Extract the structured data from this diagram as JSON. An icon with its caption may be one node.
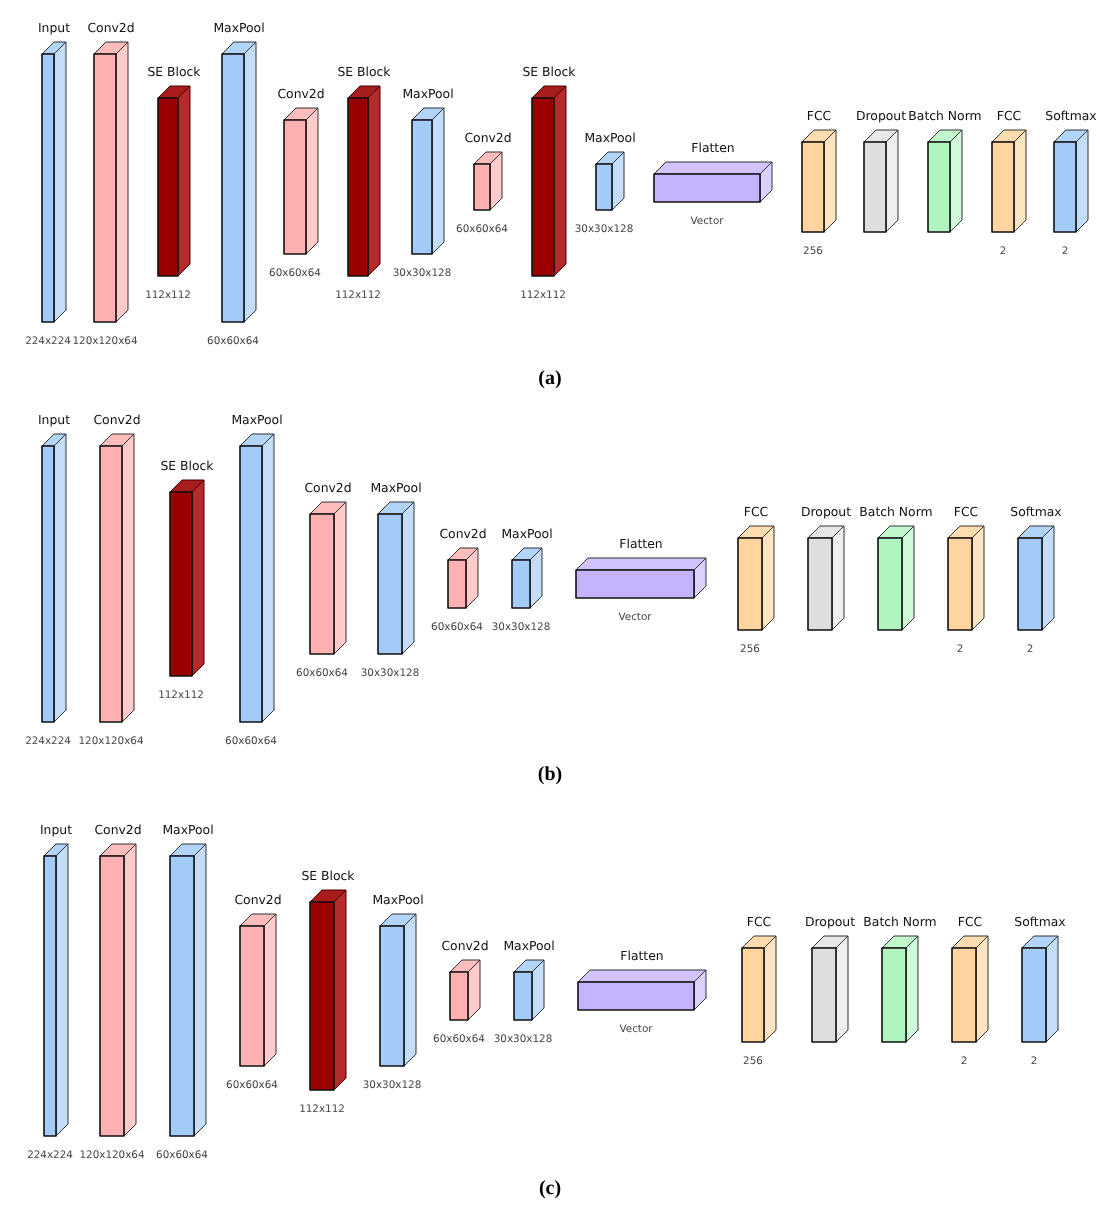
{
  "diagram": {
    "nodes": [
      {
        "text": [
          "Input"
        ],
        "beside": [
          "224x224"
        ]
      },
      {
        "text": [
          "Conv2d"
        ],
        "beside": [
          "120x120x64"
        ]
      },
      {
        "text": [
          "SE Block"
        ],
        "beside": [
          "112x112"
        ]
      },
      {
        "text": [
          "MaxPool"
        ],
        "beside": [
          "60x60x64"
        ]
      },
      {
        "text": [
          "Conv2d"
        ],
        "beside": [
          "60x60x64"
        ]
      },
      {
        "text": [
          "SE Block"
        ],
        "beside": [
          "112x112"
        ]
      },
      {
        "text": [
          "MaxPool"
        ],
        "beside": [
          "30x30x128"
        ]
      },
      {
        "text": [
          "Conv2d"
        ],
        "beside": [
          "60x60x64"
        ]
      },
      {
        "text": [
          "SE Block"
        ],
        "beside": [
          "112x112"
        ]
      },
      {
        "text": [
          "MaxPool"
        ],
        "beside": [
          "30x30x128"
        ]
      },
      {
        "text": [
          "Flatten"
        ],
        "beside": [
          "Vector"
        ]
      },
      {
        "text": [
          "FCC"
        ],
        "beside": [
          "256"
        ]
      },
      {
        "text": [
          "Dropout"
        ]
      },
      {
        "text": [
          "Batch Norm"
        ]
      },
      {
        "text": [
          "FCC"
        ],
        "beside": [
          "2"
        ]
      },
      {
        "text": [
          "Softmax"
        ],
        "beside": [
          "2"
        ]
      },
      {
        "text": [
          "Input"
        ],
        "beside": [
          "224x224"
        ]
      },
      {
        "text": [
          "Conv2d"
        ],
        "beside": [
          "120x120x64"
        ]
      },
      {
        "text": [
          "SE Block"
        ],
        "beside": [
          "112x112"
        ]
      },
      {
        "text": [
          "MaxPool"
        ],
        "beside": [
          "60x60x64"
        ]
      },
      {
        "text": [
          "Conv2d"
        ],
        "beside": [
          "60x60x64"
        ]
      },
      {
        "text": [
          "MaxPool"
        ],
        "beside": [
          "30x30x128"
        ]
      },
      {
        "text": [
          "Conv2d"
        ],
        "beside": [
          "60x60x64"
        ]
      },
      {
        "text": [
          "MaxPool"
        ],
        "beside": [
          "30x30x128"
        ]
      },
      {
        "text": [
          "Flatten"
        ],
        "beside": [
          "Vector"
        ]
      },
      {
        "text": [
          "FCC"
        ],
        "beside": [
          "256"
        ]
      },
      {
        "text": [
          "Dropout"
        ]
      },
      {
        "text": [
          "Batch Norm"
        ]
      },
      {
        "text": [
          "FCC"
        ],
        "beside": [
          "2"
        ]
      },
      {
        "text": [
          "Softmax"
        ],
        "beside": [
          "2"
        ]
      },
      {
        "text": [
          "Input"
        ],
        "beside": [
          "224x224"
        ]
      },
      {
        "text": [
          "Conv2d"
        ],
        "beside": [
          "120x120x64"
        ]
      },
      {
        "text": [
          "MaxPool"
        ],
        "beside": [
          "60x60x64"
        ]
      },
      {
        "text": [
          "Conv2d"
        ],
        "beside": [
          "60x60x64"
        ]
      },
      {
        "text": [
          "SE Block"
        ],
        "beside": [
          "112x112"
        ]
      },
      {
        "text": [
          "MaxPool"
        ],
        "beside": [
          "30x30x128"
        ]
      },
      {
        "text": [
          "Conv2d"
        ],
        "beside": [
          "60x60x64"
        ]
      },
      {
        "text": [
          "MaxPool"
        ],
        "beside": [
          "30x30x128"
        ]
      },
      {
        "text": [
          "Flatten"
        ],
        "beside": [
          "Vector"
        ]
      },
      {
        "text": [
          "FCC"
        ],
        "beside": [
          "256"
        ]
      },
      {
        "text": [
          "Dropout"
        ]
      },
      {
        "text": [
          "Batch Norm"
        ]
      },
      {
        "text": [
          "FCC"
        ],
        "beside": [
          "2"
        ]
      },
      {
        "text": [
          "Softmax"
        ],
        "beside": [
          "2"
        ]
      }
    ],
    "labels": [
      "(a)",
      "(b)",
      "(c)"
    ]
  }
}
